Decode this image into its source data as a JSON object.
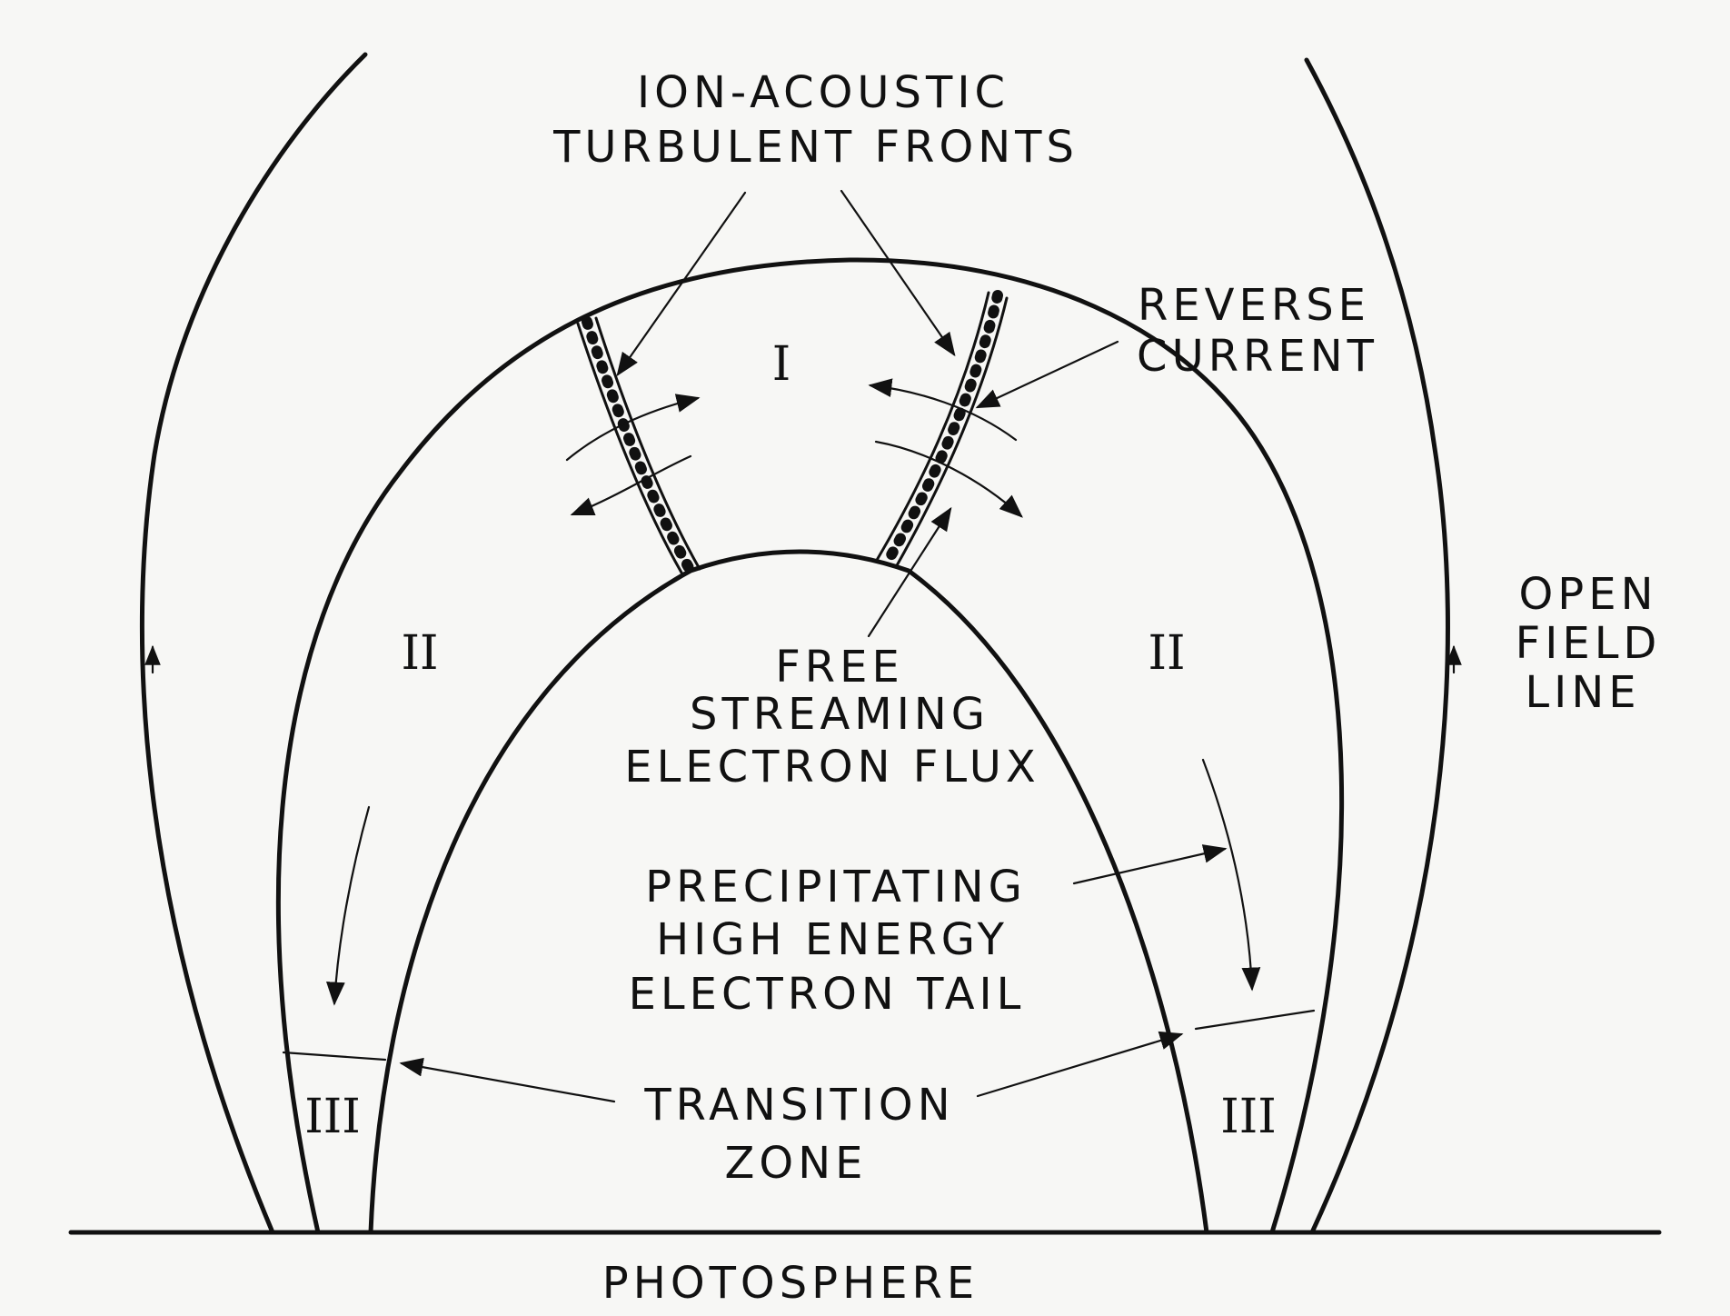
{
  "labels": {
    "ion_acoustic_line1": "ION-ACOUSTIC",
    "ion_acoustic_line2": "TURBULENT FRONTS",
    "reverse_line1": "REVERSE",
    "reverse_line2": "CURRENT",
    "open_line1": "OPEN",
    "open_line2": "FIELD",
    "open_line3": "LINE",
    "free_line1": "FREE",
    "free_line2": "STREAMING",
    "free_line3": "ELECTRON FLUX",
    "precip_line1": "PRECIPITATING",
    "precip_line2": "HIGH ENERGY",
    "precip_line3": "ELECTRON TAIL",
    "transition_line1": "TRANSITION",
    "transition_line2": "ZONE",
    "photosphere": "PHOTOSPHERE"
  },
  "regions": {
    "region_1": "I",
    "region_2_left": "II",
    "region_2_right": "II",
    "region_3_left": "III",
    "region_3_right": "III"
  }
}
